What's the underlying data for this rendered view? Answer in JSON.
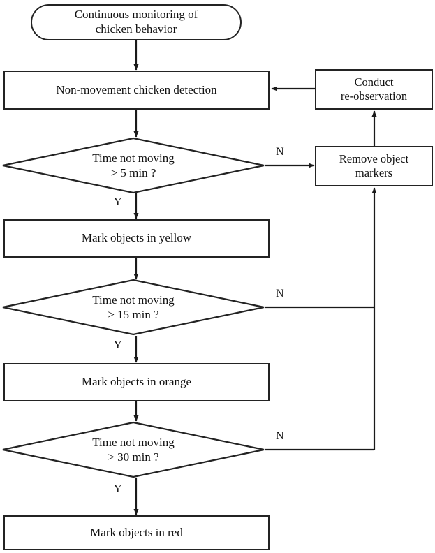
{
  "diagram": {
    "title": "Chicken non-movement monitoring flowchart",
    "colors": {
      "stroke": "#232323",
      "edge": "#1a1a1a",
      "background": "#ffffff",
      "text": "#111111"
    },
    "nodes": {
      "start": {
        "type": "terminator",
        "line1": "Continuous monitoring of",
        "line2": "chicken behavior"
      },
      "detection": {
        "type": "process",
        "label": "Non-movement chicken detection"
      },
      "decision_5min": {
        "type": "decision",
        "line1": "Time not moving",
        "line2": "> 5 min ?"
      },
      "mark_yellow": {
        "type": "process",
        "label": "Mark objects in yellow"
      },
      "decision_15min": {
        "type": "decision",
        "line1": "Time not moving",
        "line2": "> 15 min ?"
      },
      "mark_orange": {
        "type": "process",
        "label": "Mark objects in orange"
      },
      "decision_30min": {
        "type": "decision",
        "line1": "Time not moving",
        "line2": "> 30 min ?"
      },
      "mark_red": {
        "type": "process",
        "label": "Mark objects in red"
      },
      "conduct_reobservation": {
        "type": "process",
        "line1": "Conduct",
        "line2": "re-observation"
      },
      "remove_markers": {
        "type": "process",
        "line1": "Remove object",
        "line2": "markers"
      }
    },
    "edge_labels": {
      "n_5min": "N",
      "y_5min": "Y",
      "n_15min": "N",
      "y_15min": "Y",
      "n_30min": "N",
      "y_30min": "Y"
    }
  }
}
